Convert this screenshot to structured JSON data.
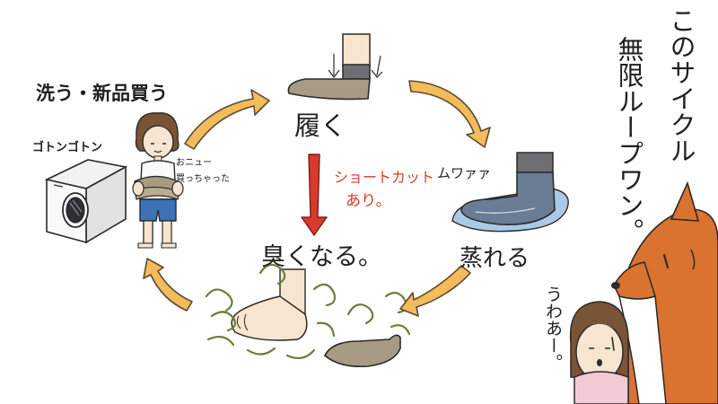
{
  "colors": {
    "arrow_fill": "#f3bb5a",
    "arrow_stroke": "#5a4a32",
    "shortcut_arrow": "#d83a2c",
    "smell": "#6b7d3a",
    "sock_brown": "#a89b83",
    "sweat_blue": "#aac9e6",
    "fox_orange": "#d9732f"
  },
  "cycle": {
    "wash_buy": "洗う・新品買う",
    "wear": "履く",
    "stuffy_sound": "ムワァァ",
    "steam": "蒸れる",
    "smelly": "臭くなる。"
  },
  "washer": {
    "sound": "ゴトンゴトン"
  },
  "person": {
    "speech_line1": "おニュー",
    "speech_line2": "買っちゃった"
  },
  "shortcut": {
    "line1": "ショートカット",
    "line2": "あり。"
  },
  "fox": {
    "line1": "このサイクル",
    "line2": "無限ループワン。"
  },
  "girl": {
    "exclamation": "うわあー。"
  }
}
